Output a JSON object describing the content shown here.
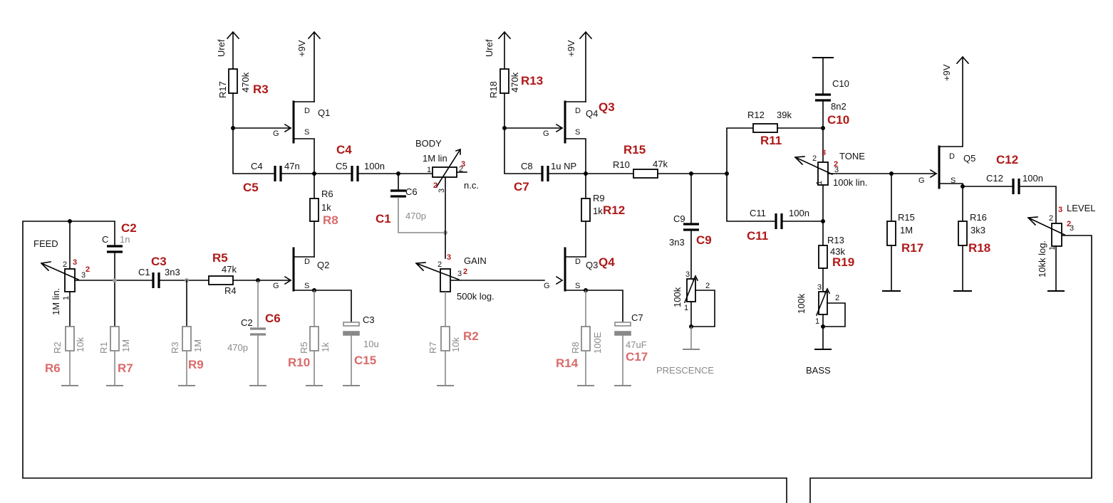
{
  "supplies": {
    "uref_1": "Uref",
    "v9_1": "+9V",
    "uref_2": "Uref",
    "v9_2": "+9V",
    "v9_3": "+9V"
  },
  "labels": {
    "r17": "R17",
    "r17_val": "470k",
    "r17_new": "R3",
    "q1": "Q1",
    "q1_d": "D",
    "q1_g": "G",
    "q1_s": "S",
    "c4_old": "C4",
    "c4_val": "47n",
    "c4_new": "C5",
    "c5_old": "C5",
    "c5_val": "100n",
    "c5_new": "C4",
    "body": "BODY",
    "body_val": "1M lin",
    "body_nc": "n.c.",
    "c6_old": "C6",
    "c6_val": "470p",
    "c6_new": "C1",
    "r6": "R6",
    "r6_val": "1k",
    "r6_new": "R8",
    "q2": "Q2",
    "q2_d": "D",
    "q2_g": "G",
    "q2_s": "S",
    "gain": "GAIN",
    "gain_val": "500k log.",
    "feed": "FEED",
    "feed_val": "1M lin.",
    "c_old": "C",
    "c_val": "1n",
    "c_new": "C2",
    "c1_old": "C1",
    "c1_val": "3n3",
    "c1_new": "C3",
    "r4_val": "47k",
    "r4": "R4",
    "r4_new": "R5",
    "c2_old": "C2",
    "c2_val": "470p",
    "c2_new": "C6",
    "r2": "R2",
    "r2_val": "10k",
    "r2_new": "R6",
    "r1": "R1",
    "r1_val": "1M",
    "r1_new": "R7",
    "r3": "R3",
    "r3_val": "1M",
    "r3_new": "R9",
    "r5": "R5",
    "r5_val": "1k",
    "r5_new": "R10",
    "c3_old": "C3",
    "c3_val": "10u",
    "c3_new": "C15",
    "r7": "R7",
    "r7_val": "10k",
    "r7_new": "R2",
    "r18": "R18",
    "r18_val": "470k",
    "r18_new": "R13",
    "q4": "Q4",
    "q4_d": "D",
    "q4_g": "G",
    "q4_s": "S",
    "q4_new": "Q3",
    "c8_old": "C8",
    "c8_val": "1u NP",
    "c8_new": "C7",
    "r10": "R10",
    "r10_val": "47k",
    "r10_new": "R15",
    "r9": "R9",
    "r9_val": "1k",
    "r9_new": "R12",
    "q3": "Q3",
    "q3_d": "D",
    "q3_g": "G",
    "q3_s": "S",
    "q3_new": "Q4",
    "r8": "R8",
    "r8_val": "100E",
    "r8_new": "R14",
    "c7_old": "C7",
    "c7_val": "47uF",
    "c7_new": "C17",
    "c9_old": "C9",
    "c9_val": "3n3",
    "c9_new": "C9",
    "presence_val": "100k",
    "presence": "PRESCENCE",
    "r12": "R12",
    "r12_val": "39k",
    "r12_new": "R11",
    "c10_old": "C10",
    "c10_val": "8n2",
    "c10_new": "C10",
    "tone": "TONE",
    "tone_val": "100k lin.",
    "c11_old": "C11",
    "c11_val": "100n",
    "c11_new": "C11",
    "r13": "R13",
    "r13_val": "43k",
    "r13_new": "R19",
    "bass_val": "100k",
    "bass": "BASS",
    "r15": "R15",
    "r15_val": "1M",
    "r15_new": "R17",
    "q5": "Q5",
    "q5_d": "D",
    "q5_g": "G",
    "q5_s": "S",
    "c12_old": "C12",
    "c12_val": "100n",
    "c12_new": "C12",
    "r16": "R16",
    "r16_val": "3k3",
    "r16_new": "R18",
    "level": "LEVEL",
    "level_val": "10kk log."
  },
  "pins": {
    "p1": "1",
    "p2": "2",
    "p3": "3"
  }
}
